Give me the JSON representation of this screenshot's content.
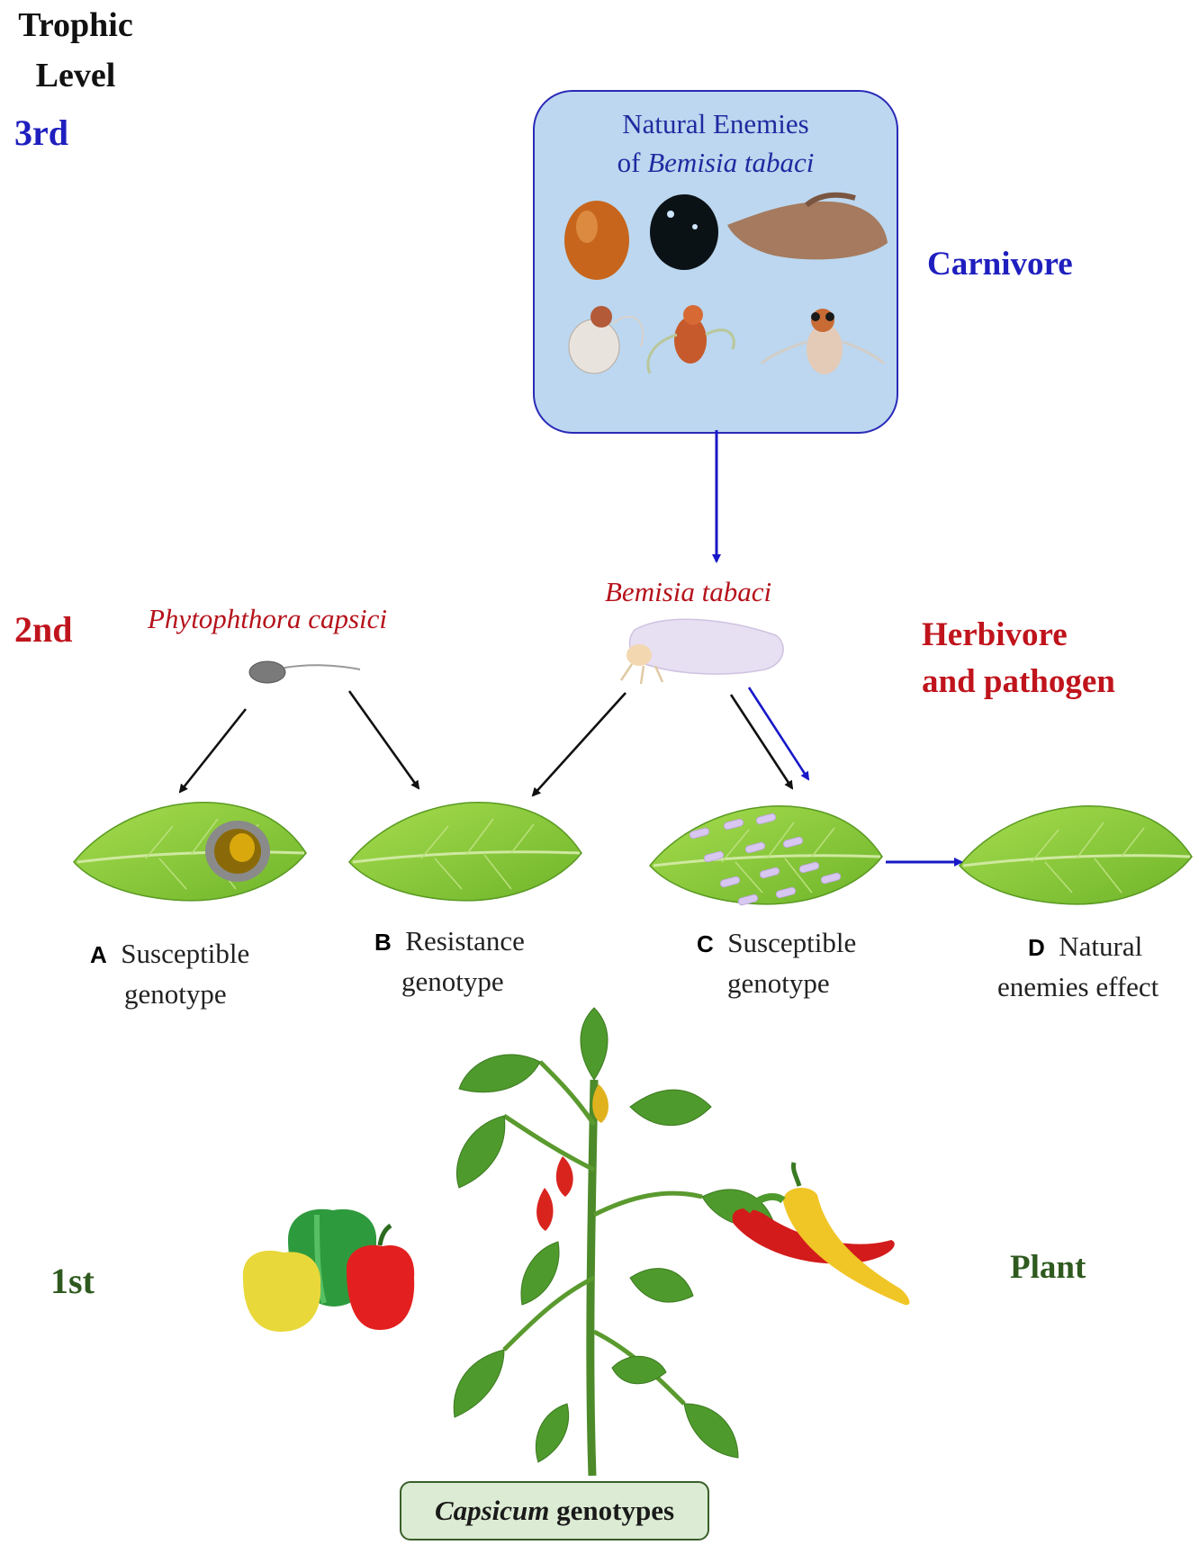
{
  "header": {
    "title_line1": "Trophic",
    "title_line2": "Level"
  },
  "levels": {
    "third": {
      "label": "3rd",
      "role": "Carnivore",
      "color": "#1f1fbf"
    },
    "second": {
      "label": "2nd",
      "role_line1": "Herbivore",
      "role_line2": "and pathogen",
      "color": "#c0141c"
    },
    "first": {
      "label": "1st",
      "role": "Plant",
      "color": "#2f5a1f"
    }
  },
  "enemies_box": {
    "title_line1": "Natural Enemies",
    "title_prefix": "of ",
    "title_species": "Bemisia tabaci"
  },
  "organisms": {
    "pathogen": "Phytophthora capsici",
    "herbivore": "Bemisia tabaci"
  },
  "leaves": [
    {
      "letter": "A",
      "line1": "Susceptible",
      "line2": "genotype"
    },
    {
      "letter": "B",
      "line1": "Resistance",
      "line2": "genotype"
    },
    {
      "letter": "C",
      "line1": "Susceptible",
      "line2": "genotype"
    },
    {
      "letter": "D",
      "line1": "Natural",
      "line2": "enemies effect"
    }
  ],
  "plant_box": {
    "species": "Capsicum",
    "suffix": " genotypes"
  },
  "colors": {
    "arrow_blue": "#1818c8",
    "arrow_black": "#111111",
    "leaf": "#8fcf3c",
    "box_fill": "#bcd7ef"
  }
}
